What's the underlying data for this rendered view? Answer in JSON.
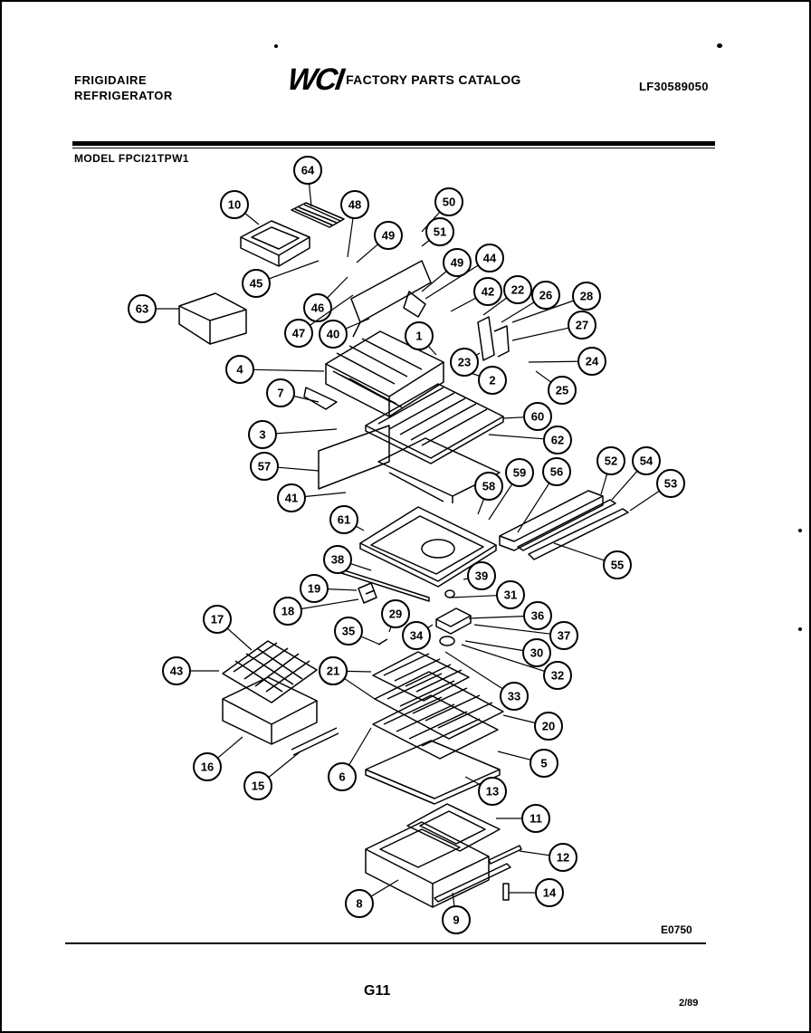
{
  "header": {
    "brand": "FRIGIDAIRE",
    "product": "REFRIGERATOR",
    "logo": "WCI",
    "catalog_title": "FACTORY PARTS CATALOG",
    "catalog_number": "LF30589050"
  },
  "model_line": "MODEL FPCI21TPW1",
  "diagram": {
    "callouts": [
      "1",
      "2",
      "3",
      "4",
      "5",
      "6",
      "7",
      "8",
      "9",
      "10",
      "11",
      "12",
      "13",
      "14",
      "15",
      "16",
      "17",
      "18",
      "19",
      "20",
      "21",
      "21",
      "22",
      "23",
      "24",
      "25",
      "26",
      "27",
      "28",
      "29",
      "30",
      "31",
      "32",
      "33",
      "34",
      "35",
      "36",
      "37",
      "38",
      "39",
      "40",
      "41",
      "42",
      "43",
      "44",
      "45",
      "46",
      "47",
      "48",
      "49",
      "49",
      "50",
      "51",
      "52",
      "53",
      "54",
      "55",
      "56",
      "57",
      "58",
      "59",
      "60",
      "61",
      "62",
      "63",
      "64"
    ]
  },
  "footer": {
    "reference_id": "E0750",
    "page_number": "G11",
    "date_code": "2/89"
  }
}
